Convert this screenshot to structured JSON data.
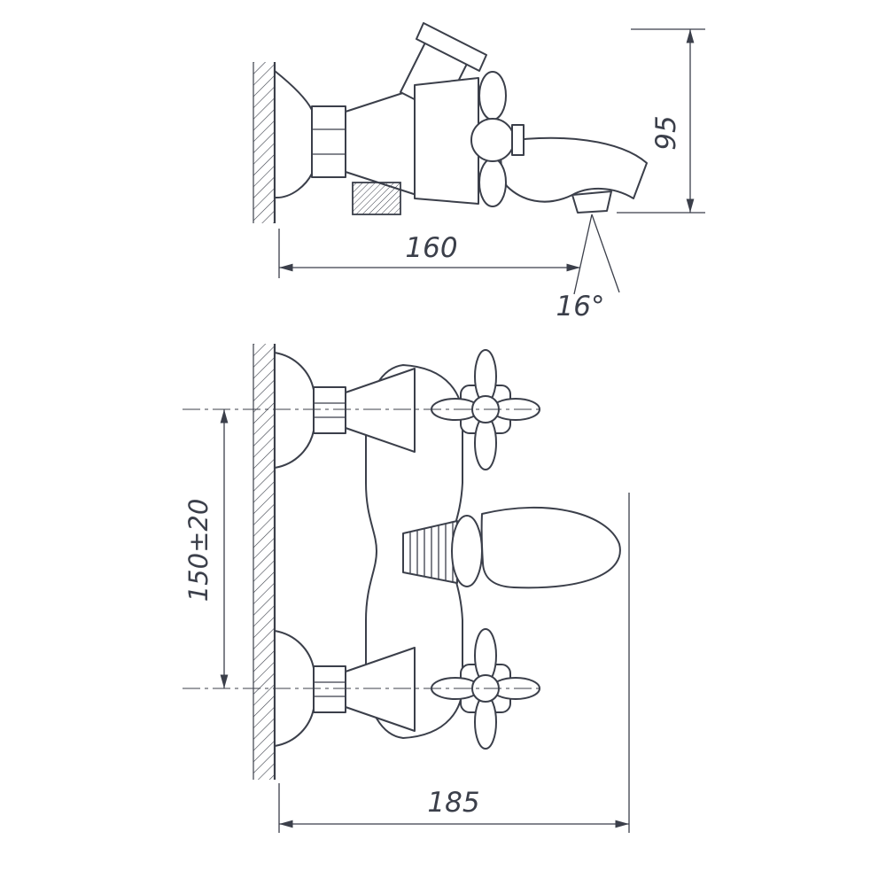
{
  "colors": {
    "line": "#3b3f4a",
    "background": "#ffffff"
  },
  "drawing": {
    "kind": "technical dimension drawing, two projection views of a wall-mounted bath faucet"
  },
  "dimensions": {
    "spout_height": "95",
    "spout_reach": "160",
    "spout_angle": "16°",
    "mounting_distance": "150±20",
    "overall_width": "185"
  }
}
